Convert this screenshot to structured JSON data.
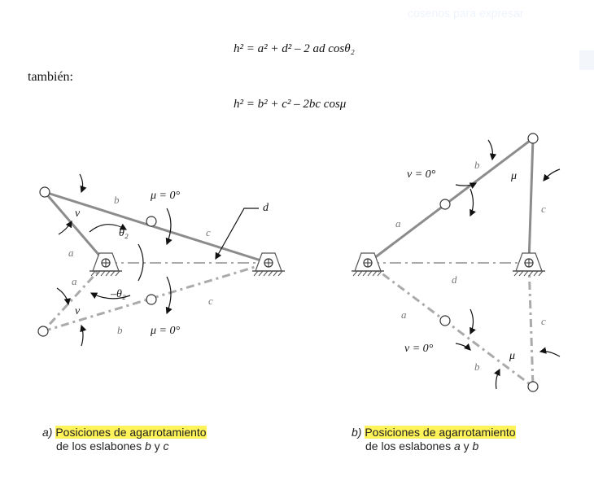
{
  "overlay_text": "cosenos para expresar",
  "equations": {
    "eq1": "h² = a² + d² – 2 ad cosθ₂",
    "eq2": "h² = b² + c² – 2bc cosμ"
  },
  "paragraph": {
    "tambien": "también:"
  },
  "figure_a": {
    "labels": {
      "a": "a",
      "b": "b",
      "c": "c",
      "d": "d",
      "nu": "ν",
      "theta2": "θ₂",
      "neg_theta2": "–θ₂",
      "mu0": "μ = 0°"
    },
    "caption": {
      "prefix": "a)",
      "highlight": "Posiciones de agarrotamiento",
      "line2_prefix": "de los eslabones ",
      "line2_v1": "b",
      "line2_conj": " y ",
      "line2_v2": "c"
    }
  },
  "figure_b": {
    "labels": {
      "a": "a",
      "b": "b",
      "c": "c",
      "d": "d",
      "nu0": "ν = 0°",
      "mu": "μ"
    },
    "caption": {
      "prefix": "b)",
      "highlight": "Posiciones de agarrotamiento",
      "line2_prefix": "de los eslabones ",
      "line2_v1": "a",
      "line2_conj": " y ",
      "line2_v2": "b"
    }
  },
  "colors": {
    "link": "#8c8c8c",
    "highlight": "#fff35a",
    "text": "#111111"
  }
}
